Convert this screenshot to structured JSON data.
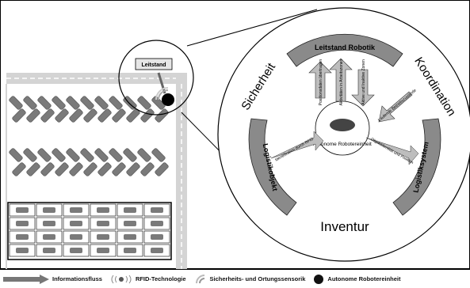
{
  "diagram": {
    "leitstand_box": "Leitstand",
    "ring_segments": {
      "top": "Leitstand Robotik",
      "left": "Logistikobjekt",
      "right": "Logistiksystem"
    },
    "ring_labels": {
      "left": "Sicherheit",
      "right": "Koordination",
      "bottom": "Inventur"
    },
    "center_label": "Autonome Robotereinheit",
    "arrows": {
      "top_left": "Positionsdaten übertragen",
      "top_mid": "Aktivitäten in Arbeitszonen",
      "top_right": "Aktive und Inaktive Zonen",
      "right_top": "Laufende Betriebszustände",
      "left_mid": "Identifikation durch RFID",
      "right_mid": "Objektidentität und Position"
    }
  },
  "legend": {
    "informationsfluss": "Informationsfluss",
    "rfid": "RFID-Technologie",
    "sensorik": "Sicherheits- und Ortungssensorik",
    "robot": "Autonome Robotereinheit"
  },
  "colors": {
    "segment_gray": "#8a8a8a",
    "arrow_gray": "#9a9a9a",
    "road_gray": "#d0d0d0",
    "car_gray": "#7a7a7a"
  }
}
